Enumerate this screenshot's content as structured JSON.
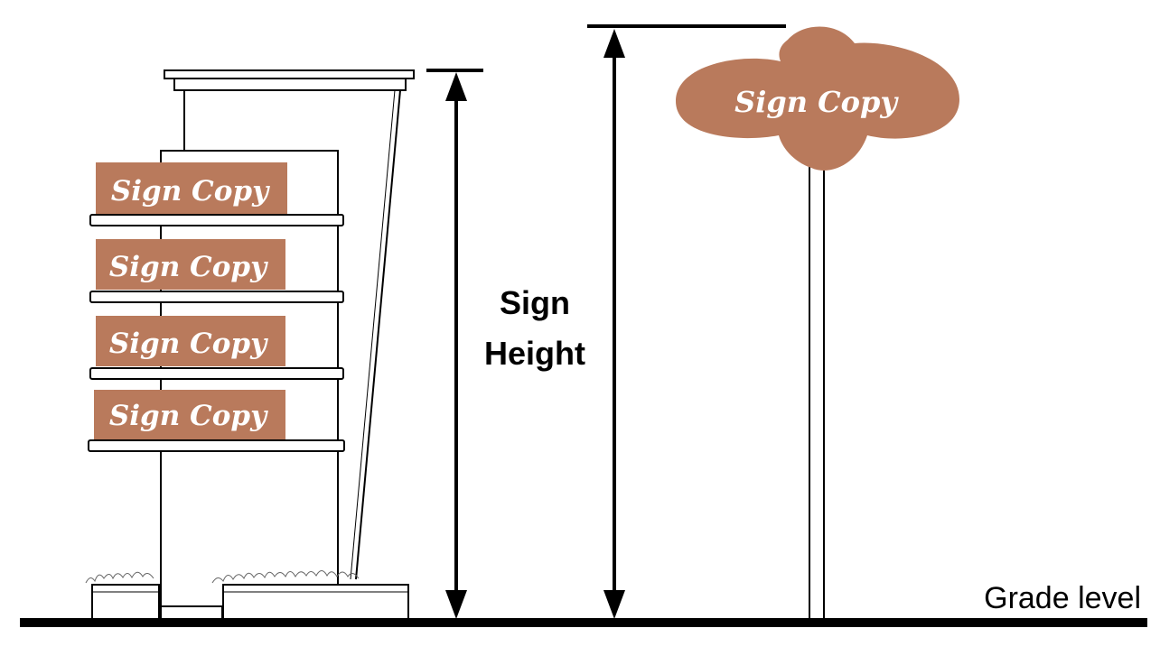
{
  "colors": {
    "sign_brown": "#b97a5c",
    "line": "#000000",
    "background": "#ffffff"
  },
  "building_signs": [
    {
      "text": "Sign Copy"
    },
    {
      "text": "Sign Copy"
    },
    {
      "text": "Sign Copy"
    },
    {
      "text": "Sign Copy"
    }
  ],
  "pole_sign": {
    "text": "Sign Copy"
  },
  "dimension_label": {
    "line1": "Sign",
    "line2": "Height"
  },
  "grade_label": "Grade level"
}
